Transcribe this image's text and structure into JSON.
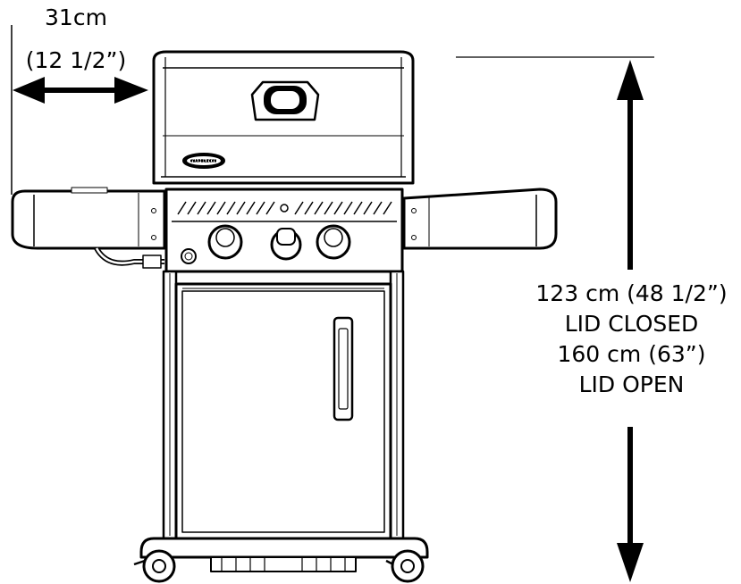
{
  "dimensions": {
    "side_depth": {
      "metric": "31cm",
      "imperial": "(12 1/2”)"
    },
    "height": {
      "closed_value": "123 cm (48 1/2”)",
      "closed_label": "LID CLOSED",
      "open_value": "160 cm (63”)",
      "open_label": "LID OPEN"
    }
  },
  "logo": {
    "text": "NAPOLEON"
  },
  "colors": {
    "line": "#000000",
    "background": "#ffffff",
    "fill": "#ffffff"
  }
}
